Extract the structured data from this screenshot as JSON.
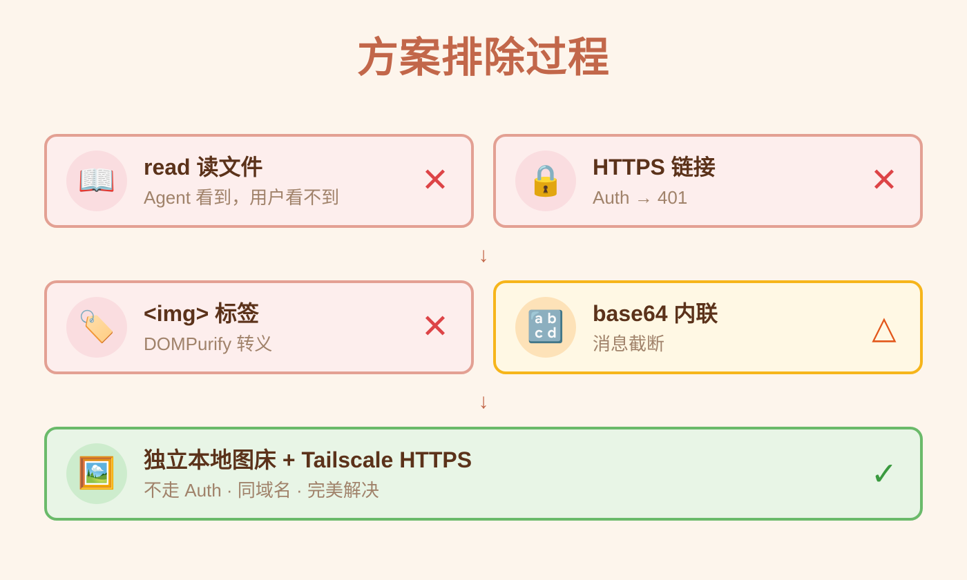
{
  "title": "方案排除过程",
  "arrow_glyph": "↓",
  "cards": [
    {
      "icon": "open-book-icon",
      "icon_glyph": "📖",
      "title": "read 读文件",
      "subtitle": "Agent 看到，用户看不到",
      "status": "rejected",
      "mark": "✕"
    },
    {
      "icon": "lock-icon",
      "icon_glyph": "🔒",
      "title": "HTTPS 链接",
      "subtitle": "Auth → 401",
      "status": "rejected",
      "mark": "✕"
    },
    {
      "icon": "tag-icon",
      "icon_glyph": "🏷️",
      "title": "<img> 标签",
      "subtitle": "DOMPurify 转义",
      "status": "rejected",
      "mark": "✕"
    },
    {
      "icon": "abcd-icon",
      "icon_glyph": "🔡",
      "title": "base64 内联",
      "subtitle": "消息截断",
      "status": "partial",
      "mark": "△"
    },
    {
      "icon": "framed-picture-icon",
      "icon_glyph": "🖼️",
      "title": "独立本地图床 + Tailscale HTTPS",
      "subtitle": "不走 Auth · 同域名 · 完美解决",
      "status": "accepted",
      "mark": "✓"
    }
  ],
  "colors": {
    "background": "#fdf5ec",
    "title": "#c2674a",
    "rejected_border": "#e3a093",
    "partial_border": "#f6b51b",
    "accepted_border": "#6aba6a",
    "x_mark": "#dd4447",
    "triangle_mark": "#e2571b",
    "check_mark": "#3a9a3f"
  }
}
